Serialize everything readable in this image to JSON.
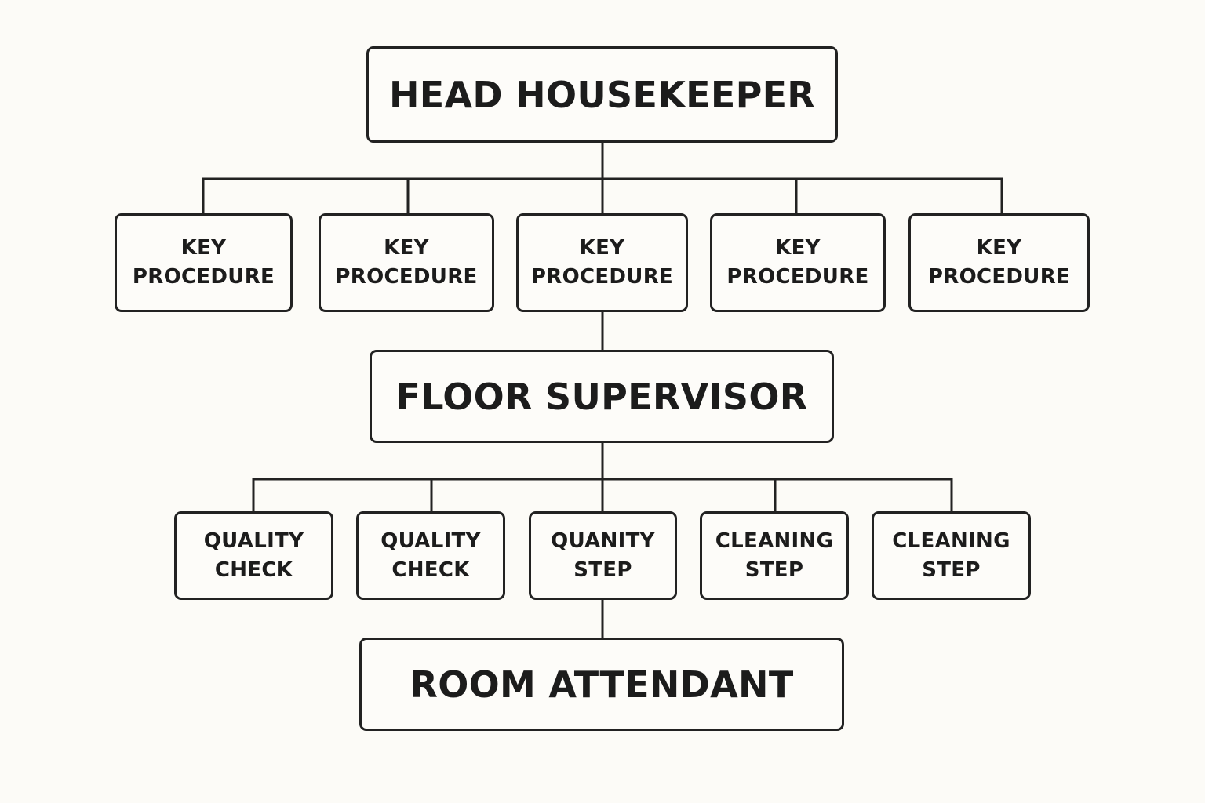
{
  "diagram": {
    "head": {
      "label": "HEAD HOUSEKEEPER"
    },
    "procedures": [
      {
        "line1": "KEY",
        "line2": "PROCEDURE"
      },
      {
        "line1": "KEY",
        "line2": "PROCEDURE"
      },
      {
        "line1": "KEY",
        "line2": "PROCEDURE"
      },
      {
        "line1": "KEY",
        "line2": "PROCEDURE"
      },
      {
        "line1": "KEY",
        "line2": "PROCEDURE"
      }
    ],
    "supervisor": {
      "label": "FLOOR SUPERVISOR"
    },
    "steps": [
      {
        "line1": "QUALITY",
        "line2": "CHECK"
      },
      {
        "line1": "QUALITY",
        "line2": "CHECK"
      },
      {
        "line1": "QUANITY",
        "line2": "STEP"
      },
      {
        "line1": "CLEANING",
        "line2": "STEP"
      },
      {
        "line1": "CLEANING",
        "line2": "STEP"
      }
    ],
    "attendant": {
      "label": "ROOM ATTENDANT"
    }
  },
  "colors": {
    "stroke": "#222222",
    "background": "#fcfbf7"
  }
}
